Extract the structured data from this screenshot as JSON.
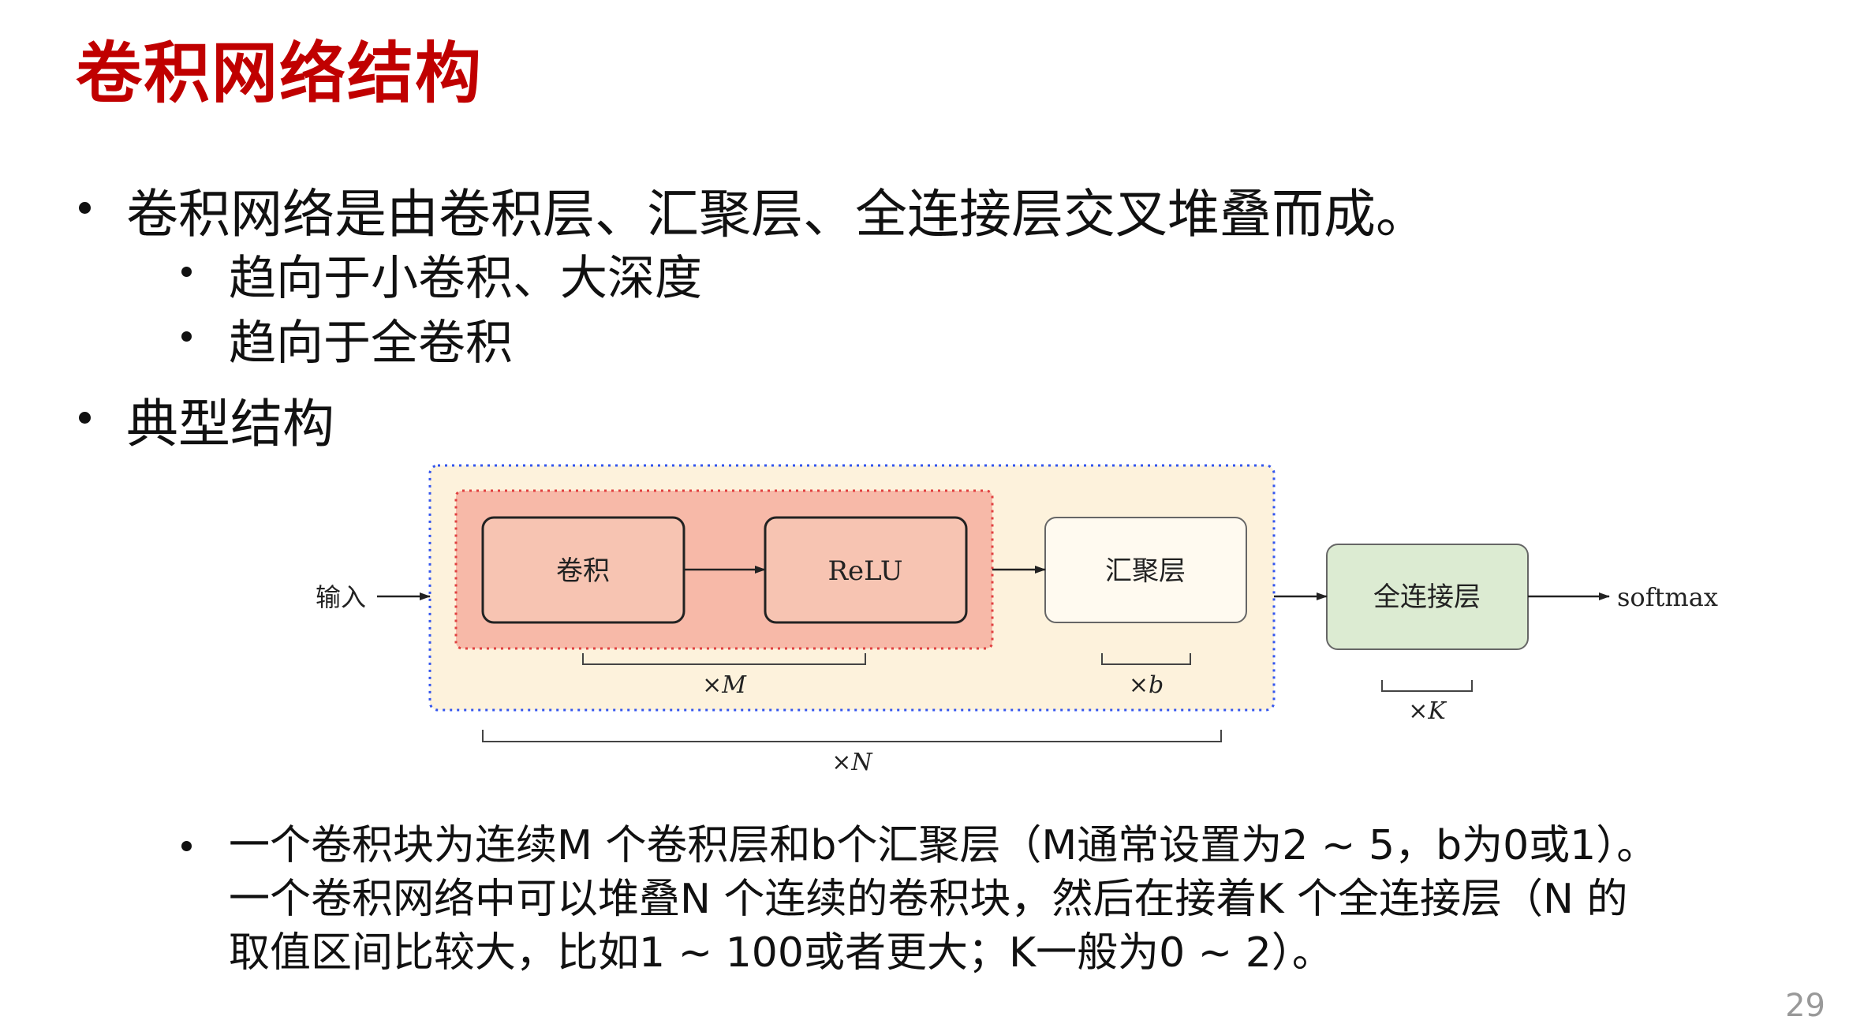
{
  "title": "卷积网络结构",
  "bullets": [
    {
      "text": "卷积网络是由卷积层、汇聚层、全连接层交叉堆叠而成。"
    },
    {
      "text": "趋向于小卷积、大深度"
    },
    {
      "text": "趋向于全卷积"
    },
    {
      "text": "典型结构"
    }
  ],
  "diagram": {
    "input_label": "输入",
    "conv_label": "卷积",
    "relu_label": "ReLU",
    "pool_label": "汇聚层",
    "fc_label": "全连接层",
    "output_label": "softmax",
    "repeat_m": "×M",
    "repeat_b": "×b",
    "repeat_k": "×K",
    "repeat_n": "×N"
  },
  "paragraph": {
    "line1": "一个卷积块为连续M 个卷积层和b个汇聚层（M通常设置为2 ~ 5，b为0或1）。",
    "line2": "一个卷积网络中可以堆叠N 个连续的卷积块，然后在接着K 个全连接层（N 的",
    "line3": "取值区间比较大，比如1 ~ 100或者更大；K一般为0 ~ 2）。"
  },
  "page_number": "29",
  "colors": {
    "title": "#c00000",
    "outer_block_fill": "#fdf2dc",
    "outer_block_border": "#3355ee",
    "inner_block_fill": "#f7b9a8",
    "inner_block_border": "#e04040",
    "conv_box_fill": "#f7c4b2",
    "fc_box_fill": "#dcebd2"
  }
}
